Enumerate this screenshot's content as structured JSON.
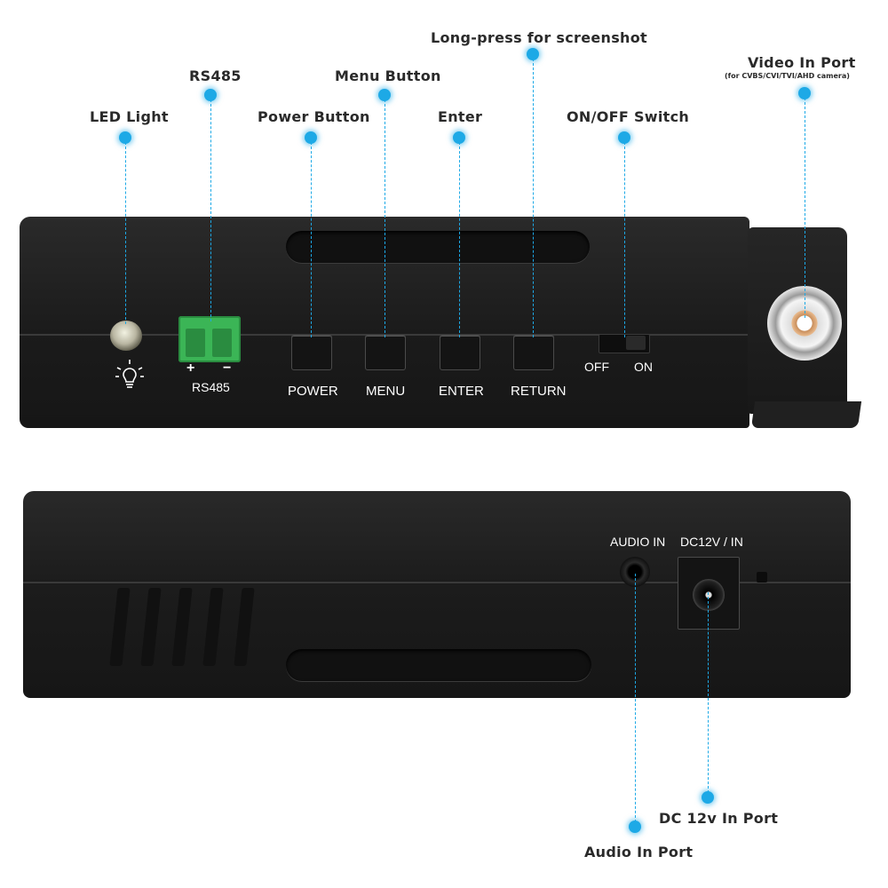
{
  "callouts": {
    "led_light": "LED Light",
    "rs485": "RS485",
    "power_button": "Power Button",
    "menu_button": "Menu Button",
    "enter": "Enter",
    "long_press": "Long-press for screenshot",
    "on_off_switch": "ON/OFF Switch",
    "video_in_port": "Video In Port",
    "video_in_port_note": "(for CVBS/CVI/TVI/AHD camera)",
    "dc_in_port": "DC 12v In Port",
    "audio_in_port": "Audio In Port"
  },
  "top_panel": {
    "rs485_plus": "+",
    "rs485_minus": "−",
    "rs485_label": "RS485",
    "power_label": "POWER",
    "menu_label": "MENU",
    "enter_label": "ENTER",
    "return_label": "RETURN",
    "off_label": "OFF",
    "on_label": "ON"
  },
  "bottom_panel": {
    "audio_in_label": "AUDIO IN",
    "dc_in_label": "DC12V / IN"
  },
  "colors": {
    "accent": "#1da9e6",
    "terminal_green": "#3bb556",
    "device_body": "#1c1c1c"
  }
}
